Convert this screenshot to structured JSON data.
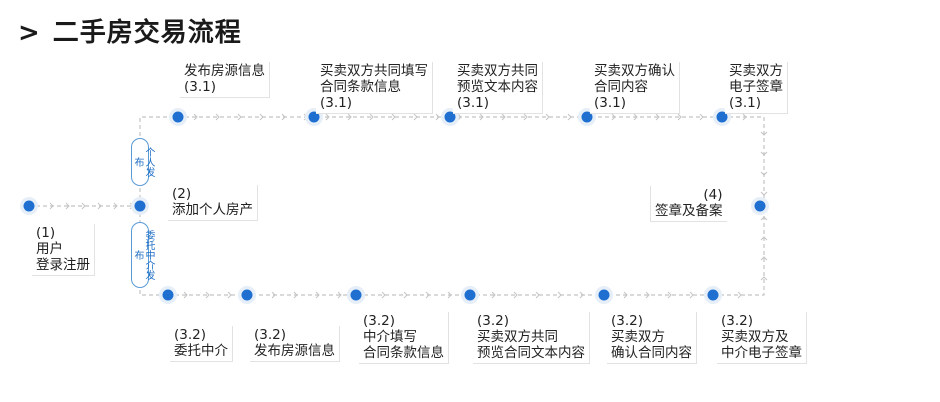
{
  "title": "二手房交易流程",
  "title_marker": ">",
  "colors": {
    "node": "#1f6fd1",
    "line": "#bcbcbc",
    "branch_border": "#5b9bd5",
    "branch_text": "#1f6fc6"
  },
  "branches": {
    "personal": "个人发布",
    "agency": "委托中介发布"
  },
  "nodes": {
    "n1": {
      "num": "(1)",
      "text": "用户\n登录注册"
    },
    "n2": {
      "num": "(2)",
      "text": "添加个人房产"
    },
    "t1": {
      "text": "发布房源信息",
      "num": "(3.1)"
    },
    "t2": {
      "text": "买卖双方共同填写\n合同条款信息",
      "num": "(3.1)"
    },
    "t3": {
      "text": "买卖双方共同\n预览文本内容",
      "num": "(3.1)"
    },
    "t4": {
      "text": "买卖双方确认\n合同内容",
      "num": "(3.1)"
    },
    "t5": {
      "text": "买卖双方\n电子签章",
      "num": "(3.1)"
    },
    "n4": {
      "num": "(4)",
      "text": "签章及备案"
    },
    "b1": {
      "num": "(3.2)",
      "text": "委托中介"
    },
    "b2": {
      "num": "(3.2)",
      "text": "发布房源信息"
    },
    "b3": {
      "num": "(3.2)",
      "text": "中介填写\n合同条款信息"
    },
    "b4": {
      "num": "(3.2)",
      "text": "买卖双方共同\n预览合同文本内容"
    },
    "b5": {
      "num": "(3.2)",
      "text": "买卖双方\n确认合同内容"
    },
    "b6": {
      "num": "(3.2)",
      "text": "买卖双方及\n中介电子签章"
    }
  }
}
